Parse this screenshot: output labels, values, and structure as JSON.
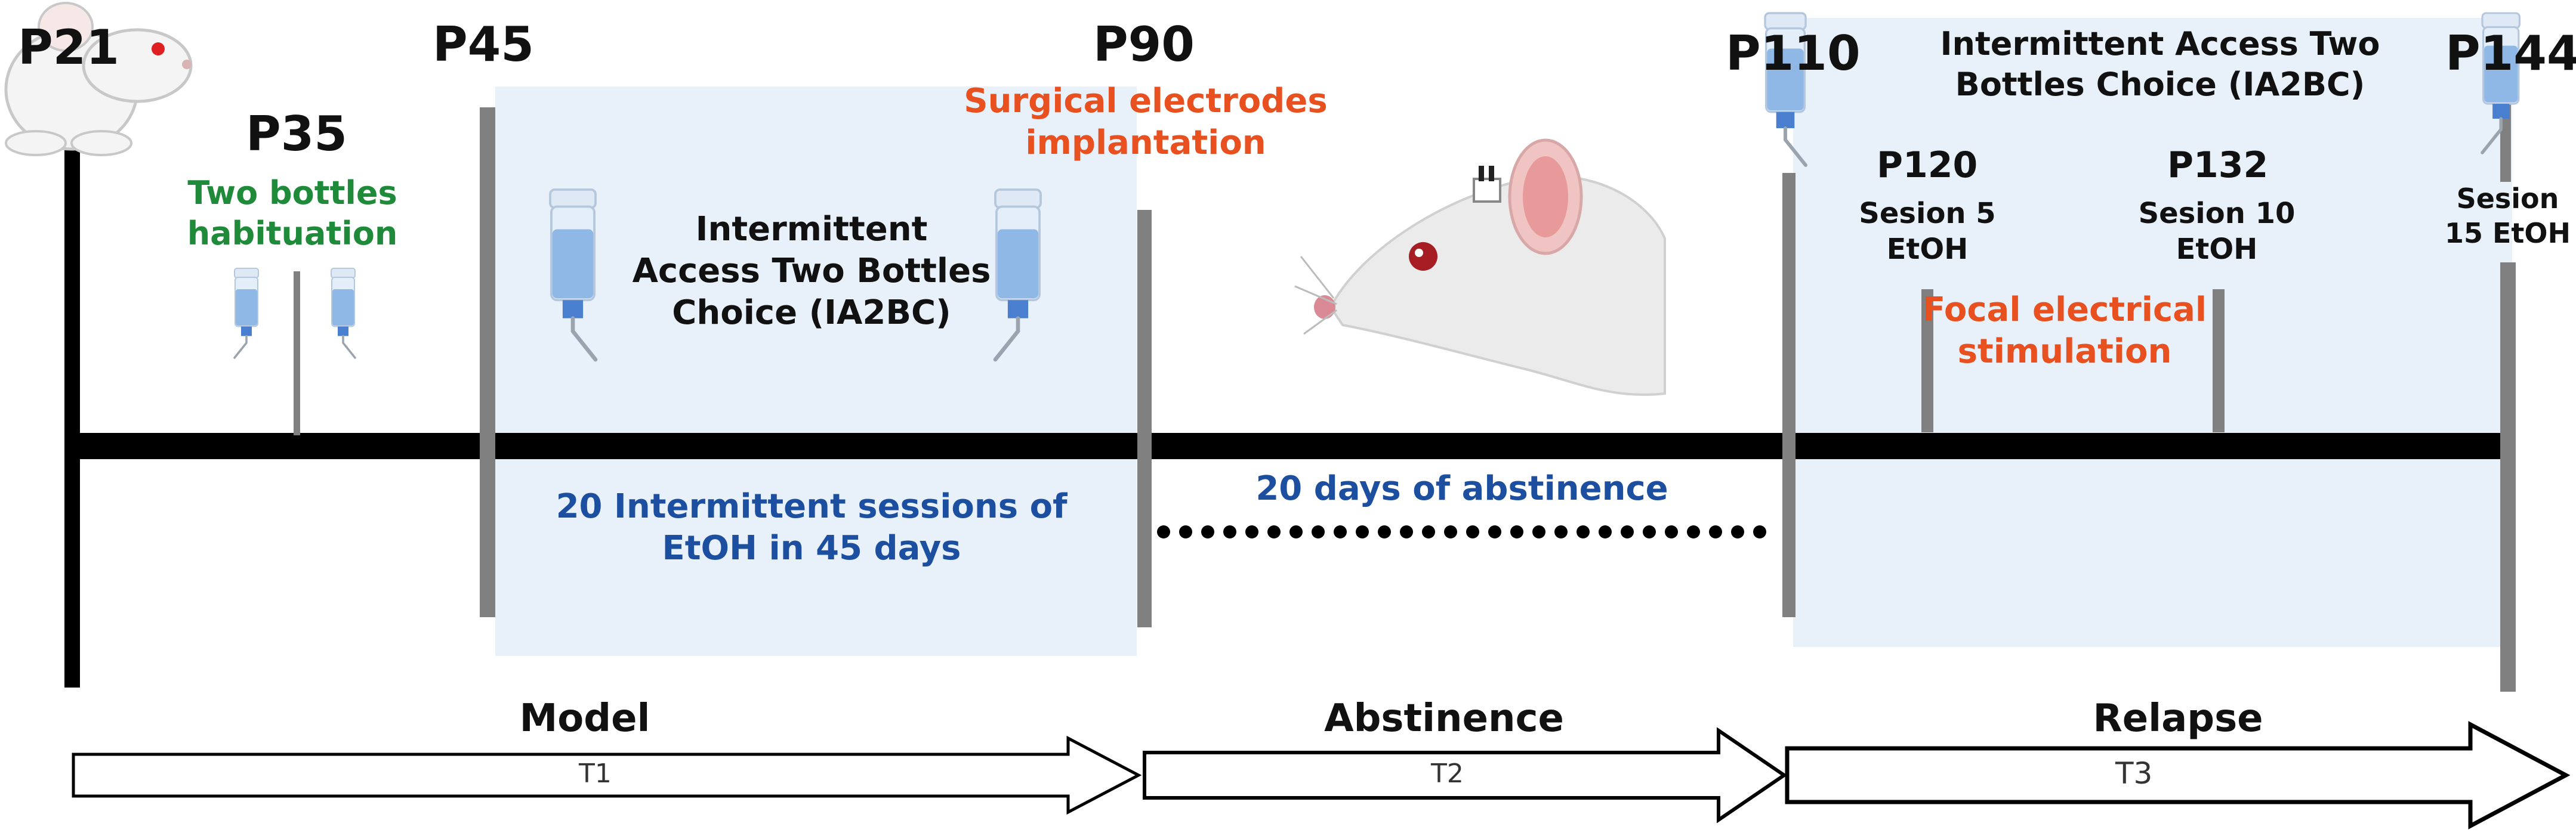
{
  "timepoints": {
    "p21": "P21",
    "p35": "P35",
    "p45": "P45",
    "p90": "P90",
    "p110": "P110",
    "p120": "P120",
    "p132": "P132",
    "p144": "P144"
  },
  "annotations": {
    "habituation": [
      "Two bottles",
      "habituation"
    ],
    "ia2bc_model": [
      "Intermittent",
      "Access Two Bottles",
      "Choice (IA2BC)"
    ],
    "surgery": [
      "Surgical electrodes",
      "implantation"
    ],
    "sessions": [
      "20 Intermittent sessions of",
      "EtOH in 45 days"
    ],
    "abstinence_days": "20 days of abstinence",
    "ia2bc_relapse": [
      "Intermittent Access Two",
      "Bottles Choice  (IA2BC)"
    ],
    "session5": [
      "Sesion 5",
      "EtOH"
    ],
    "session10": [
      "Sesion 10",
      "EtOH"
    ],
    "session15": [
      "Sesion",
      "15 EtOH"
    ],
    "stimulation": [
      "Focal electrical",
      "stimulation"
    ]
  },
  "phases": [
    {
      "name": "Model",
      "tag": "T1"
    },
    {
      "name": "Abstinence",
      "tag": "T2"
    },
    {
      "name": "Relapse",
      "tag": "T3"
    }
  ],
  "colors": {
    "highlight_panel": "#e8f0f9",
    "timeline": "#000000",
    "marker": "#808080",
    "green_text": "#1f8a3a",
    "orange_text": "#e8501f",
    "blue_text": "#1d4fa0"
  },
  "icons": [
    "rat-head-icon",
    "rat-profile-icon",
    "water-bottle-icon"
  ]
}
